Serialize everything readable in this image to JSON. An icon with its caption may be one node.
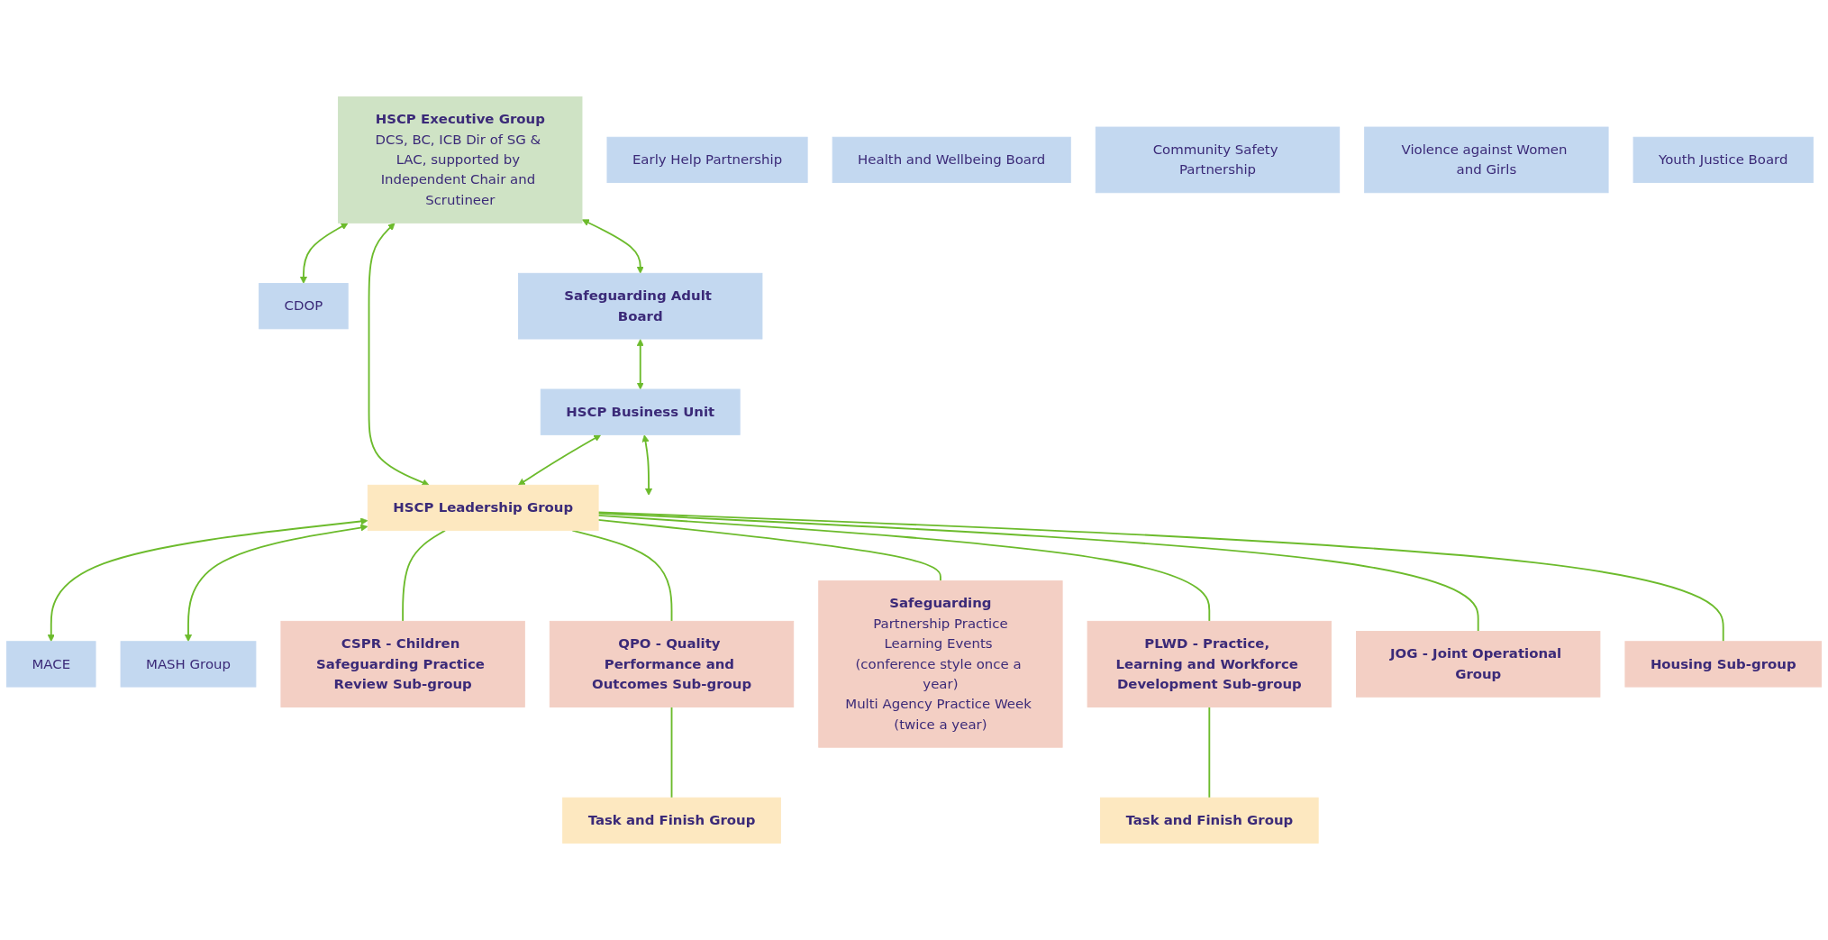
{
  "diagram": {
    "nodes": [
      {
        "text": [
          "HSCP Executive Group",
          "DCS, BC, ICB Dir of SG & LAC, supported by Independent Chair and Scrutineer"
        ]
      },
      {
        "text": [
          "CDOP"
        ]
      },
      {
        "text": [
          "Early Help Partnership"
        ]
      },
      {
        "text": [
          "Health and Wellbeing Board"
        ]
      },
      {
        "text": [
          "Community Safety Partnership"
        ]
      },
      {
        "text": [
          "Violence against Women and Girls"
        ]
      },
      {
        "text": [
          "Youth Justice Board"
        ]
      },
      {
        "text": [
          "Safeguarding Adult Board"
        ]
      },
      {
        "text": [
          "HSCP Leadership Group"
        ]
      },
      {
        "text": [
          "MACE"
        ]
      },
      {
        "text": [
          "HSCP Business Unit"
        ]
      },
      {
        "text": [
          "MASH Group"
        ]
      },
      {
        "text": [
          "CSPR - Children Safeguarding Practice Review Sub-group"
        ]
      },
      {
        "text": [
          "QPO - Quality Performance and Outcomes Sub-group"
        ]
      },
      {
        "text": [
          "Safeguarding",
          "Partnership Practice",
          "Learning Events (conference style once a year)",
          "Multi Agency Practice Week (twice a year)"
        ]
      },
      {
        "text": [
          "PLWD - Practice, Learning and Workforce Development Sub-group"
        ]
      },
      {
        "text": [
          "JOG - Joint Operational Group"
        ]
      },
      {
        "text": [
          "Housing Sub-group"
        ]
      },
      {
        "text": [
          "Task and Finish Group"
        ]
      },
      {
        "text": [
          "Task and Finish Group"
        ]
      }
    ],
    "edges": [
      {
        "from": 0,
        "to": 1,
        "arrow": "both"
      },
      {
        "from": 0,
        "to": 7,
        "arrow": "both"
      },
      {
        "from": 0,
        "to": 8,
        "arrow": "both"
      },
      {
        "from": 7,
        "to": 10,
        "arrow": "both"
      },
      {
        "from": 10,
        "to": 8,
        "arrow": "both"
      },
      {
        "from": 8,
        "to": 9,
        "arrow": "both"
      },
      {
        "from": 8,
        "to": 11,
        "arrow": "both"
      },
      {
        "from": 10,
        "to": null,
        "arrow": "both"
      },
      {
        "from": 8,
        "to": 12,
        "arrow": "none"
      },
      {
        "from": 8,
        "to": 13,
        "arrow": "none"
      },
      {
        "from": 8,
        "to": 14,
        "arrow": "none"
      },
      {
        "from": 8,
        "to": 15,
        "arrow": "none"
      },
      {
        "from": 8,
        "to": 16,
        "arrow": "none"
      },
      {
        "from": 8,
        "to": 17,
        "arrow": "none"
      },
      {
        "from": 13,
        "to": 18,
        "arrow": "none"
      },
      {
        "from": 15,
        "to": 19,
        "arrow": "none"
      }
    ]
  }
}
